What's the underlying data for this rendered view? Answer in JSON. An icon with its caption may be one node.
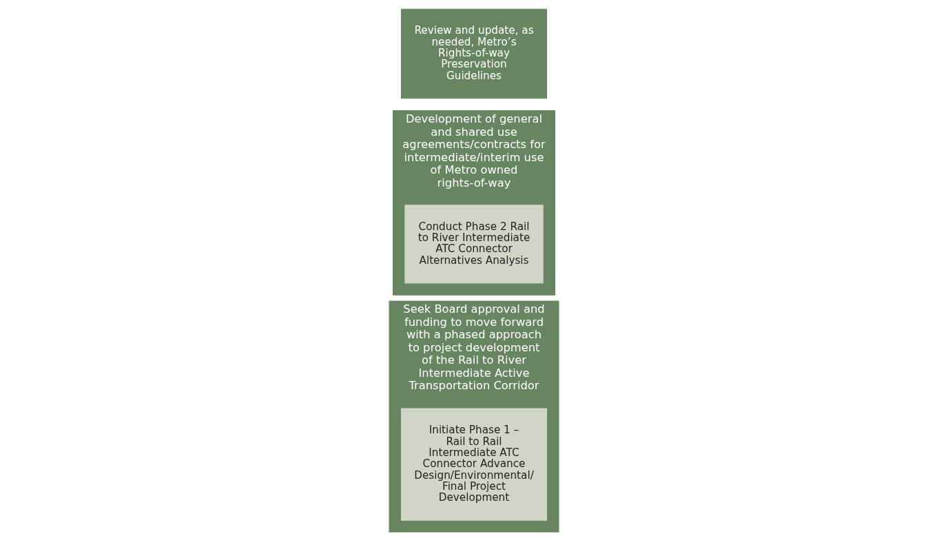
{
  "diagram": {
    "nodes": [
      {
        "text": [
          "Seek Board approval and funding to move forward with a phased approach to project development of the Rail to River Intermediate Active Transportation Corridor"
        ]
      },
      {
        "text": [
          "Initiate Phase 1 – Rail to Rail Intermediate ATC Connector Advance Design/Environmental/ Final Project Development"
        ],
        "in": 0
      },
      {
        "text": [
          "Development of general and shared use agreements/contracts for intermediate/interim use of Metro owned rights-of-way"
        ]
      },
      {
        "text": [
          "Conduct Phase 2 Rail to River Intermediate ATC Connector Alternatives Analysis"
        ],
        "in": 2
      },
      {
        "text": [
          "Review and update, as needed, Metro’s Rights-of-way Preservation Guidelines"
        ]
      }
    ],
    "edges": []
  }
}
